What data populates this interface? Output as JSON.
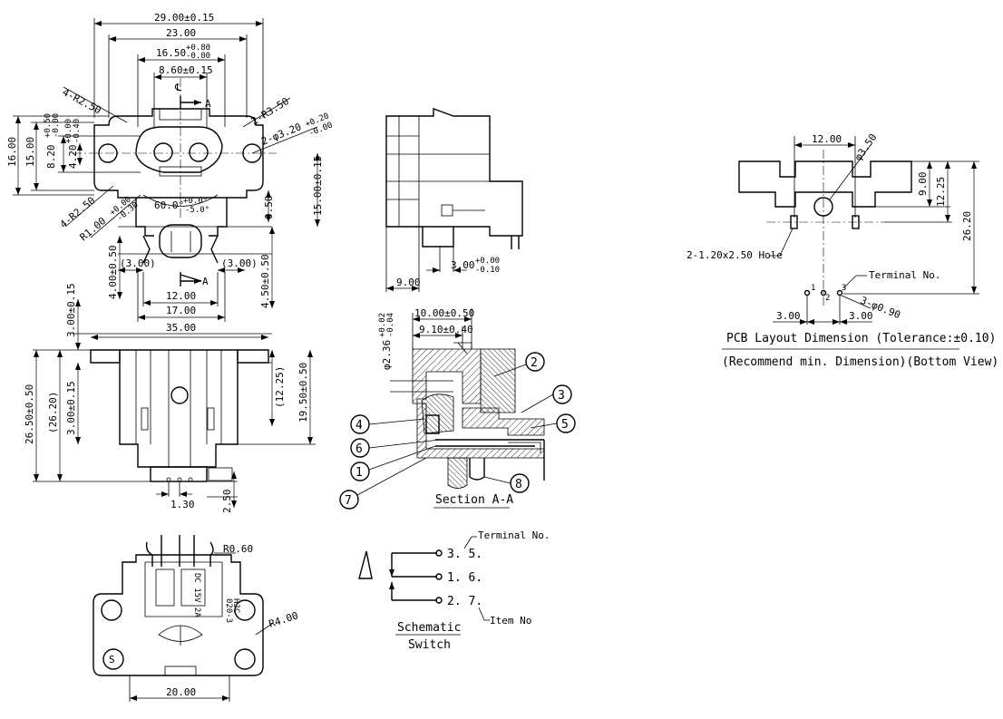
{
  "front_view": {
    "dim_overall_width": "29.00±0.15",
    "dim_width_23": "23.00",
    "dim_width_1650": "16.50",
    "dim_width_1650_tol_plus": "+0.80",
    "dim_width_1650_tol_minus": "-0.00",
    "dim_width_860": "8.60±0.15",
    "center_mark": "℄",
    "section_mark": "A",
    "radius_r250_top": "4-R2.50",
    "radius_r350": "2-R3.50",
    "hole_dia": "2-φ3.20",
    "hole_dia_tol_plus": "+0.20",
    "hole_dia_tol_minus": "-0.00",
    "dim_height_16": "16.00",
    "dim_height_15": "15.00",
    "dim_height_820": "8.20",
    "dim_height_820_tol_plus": "+0.50",
    "dim_height_820_tol_minus": "-0.00",
    "dim_height_420": "4.20",
    "dim_height_420_tol_plus": "+0.00",
    "dim_height_420_tol_minus": "-0.40",
    "radius_r250_bottom": "4-R2.50",
    "radius_r100": "R1.00",
    "radius_r100_tol_plus": "+0.00",
    "radius_r100_tol_minus": "-0.30",
    "angle": "60.0°",
    "angle_tol_plus": "+0.0°",
    "angle_tol_minus": "-5.0°",
    "dim_050": "0.50",
    "dim_1500": "15.00±0.15",
    "dim_300_left": "(3.00)",
    "dim_300_right": "(3.00)",
    "dim_400": "4.00±0.50",
    "dim_450": "4.50±0.50",
    "dim_1200": "12.00",
    "dim_1700": "17.00"
  },
  "side_view": {
    "dim_300": "3.00",
    "dim_300_tol_plus": "+0.00",
    "dim_300_tol_minus": "-0.10",
    "dim_900": "9.00"
  },
  "bottom_view": {
    "dim_300_top": "3.00±0.15",
    "dim_3500": "35.00",
    "dim_2650": "26.50±0.50",
    "dim_2620": "(26.20)",
    "dim_300_side": "3.00±0.15",
    "dim_1225": "(12.25)",
    "dim_1950": "19.50±0.50",
    "dim_130": "1.30",
    "dim_250": "2.50"
  },
  "section_view": {
    "dim_1000": "10.00±0.50",
    "dim_910": "9.10±0.40",
    "dim_236": "φ2.36",
    "dim_236_tol_plus": "+0.02",
    "dim_236_tol_minus": "-0.04",
    "callouts": [
      "1",
      "2",
      "3",
      "4",
      "5",
      "6",
      "7",
      "8"
    ],
    "title": "Section A-A"
  },
  "pcb_layout": {
    "dim_1200": "12.00",
    "dim_dia350": "φ3.50",
    "dim_900": "9.00",
    "dim_1225": "12.25",
    "dim_2620": "26.20",
    "hole_label": "2-1.20x2.50 Hole",
    "terminal_label": "Terminal No.",
    "pin_numbers": [
      "1",
      "2",
      "3"
    ],
    "pin_dia": "3-φ0.90",
    "pitch_left": "3.00",
    "pitch_right": "3.00",
    "title": "PCB Layout Dimension (Tolerance:±0.10)",
    "subtitle": "(Recommend min. Dimension)(Bottom View)"
  },
  "rear_view": {
    "radius_r060": "R0.60",
    "radius_r400": "R4.00",
    "dim_2000": "20.00",
    "rating": "DC 15V 2A",
    "brand": "HJC",
    "code": "020-3"
  },
  "schematic": {
    "terminal_label": "Terminal No.",
    "rows": [
      "3. 5.",
      "1. 6.",
      "2. 7."
    ],
    "item_label": "Item No",
    "title": "Schematic",
    "subtitle": "Switch"
  }
}
